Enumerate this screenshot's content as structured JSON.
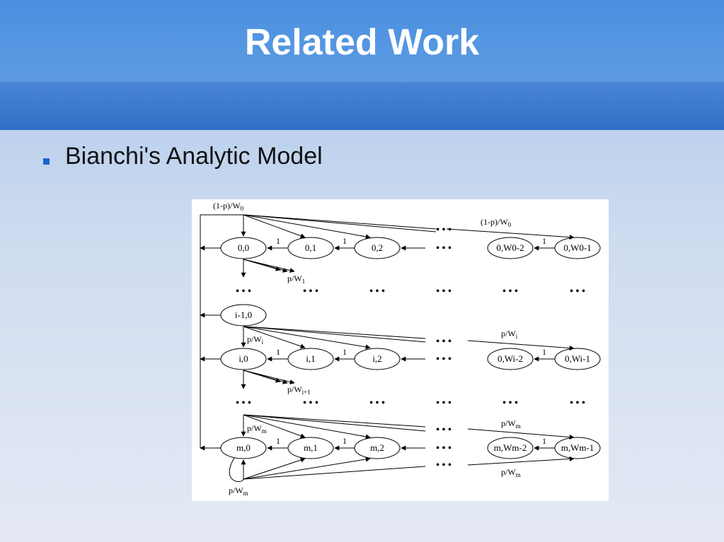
{
  "slide": {
    "title": "Related Work",
    "bullet": "Bianchi's Analytic Model"
  },
  "diagram": {
    "nodes": {
      "r0": [
        "0,0",
        "0,1",
        "0,2",
        "0,W0-2",
        "0,W0-1"
      ],
      "ri_prev": "i-1,0",
      "ri": [
        "i,0",
        "i,1",
        "i,2",
        "0,Wi-2",
        "0,Wi-1"
      ],
      "rm": [
        "m,0",
        "m,1",
        "m,2",
        "m,Wm-2",
        "m,Wm-1"
      ]
    },
    "edge_labels": {
      "one": "1",
      "top_prob": "(1-p)/W",
      "top_sub": "0",
      "p_over_w": "p/W",
      "sub_1": "1",
      "sub_i": "i",
      "sub_i1": "i+1",
      "sub_m": "m"
    },
    "ellipsis": "• • •"
  }
}
